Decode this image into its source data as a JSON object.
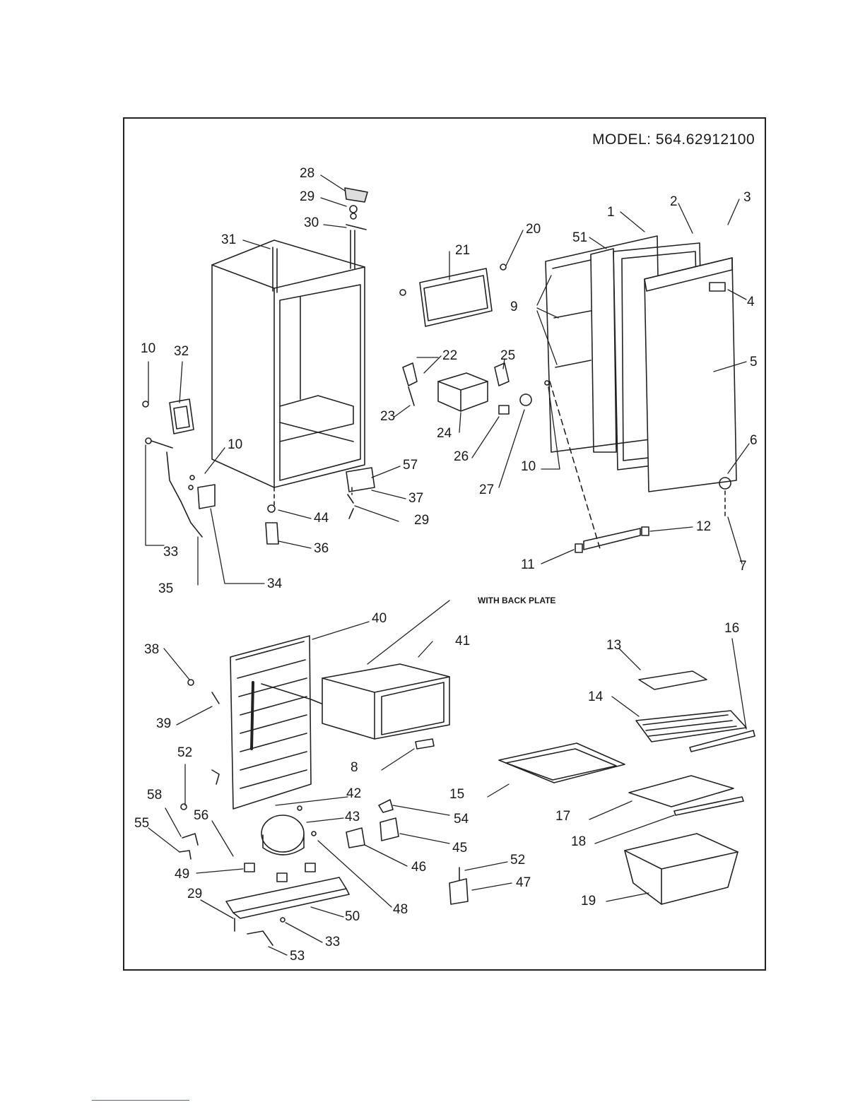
{
  "model_label": "MODEL: 564.62912100",
  "note": "WITH BACK PLATE",
  "part_numbers": [
    "1",
    "2",
    "3",
    "4",
    "5",
    "6",
    "7",
    "8",
    "9",
    "10",
    "10",
    "10",
    "11",
    "12",
    "13",
    "14",
    "15",
    "16",
    "17",
    "18",
    "19",
    "20",
    "21",
    "22",
    "23",
    "24",
    "25",
    "26",
    "27",
    "28",
    "29",
    "29",
    "29",
    "30",
    "31",
    "32",
    "33",
    "33",
    "34",
    "35",
    "36",
    "37",
    "38",
    "39",
    "40",
    "41",
    "42",
    "43",
    "44",
    "45",
    "46",
    "47",
    "48",
    "49",
    "50",
    "51",
    "52",
    "52",
    "53",
    "54",
    "55",
    "56",
    "57",
    "58"
  ]
}
